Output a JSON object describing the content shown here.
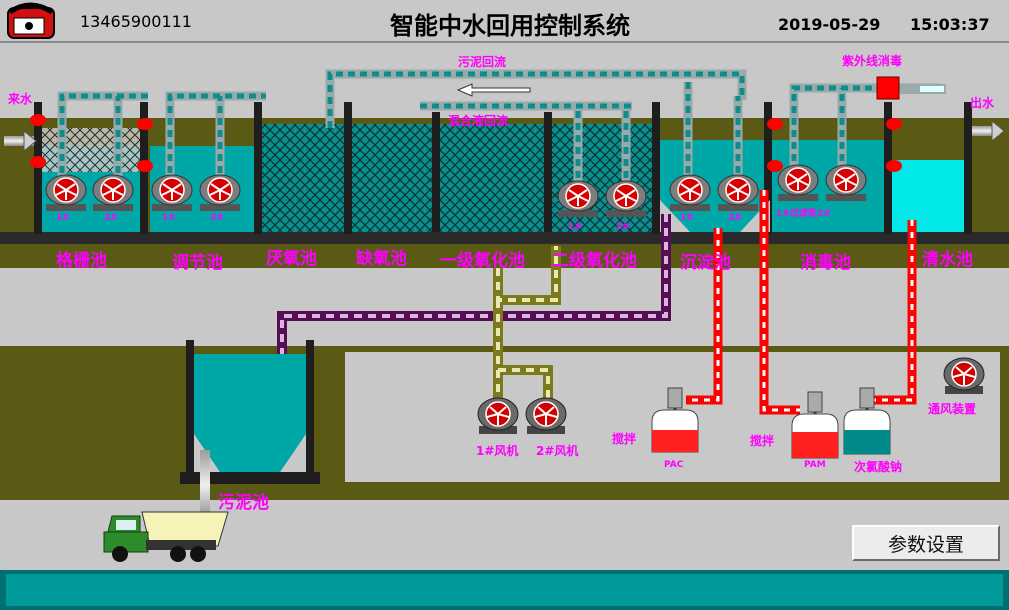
{
  "header": {
    "phone": "13465900111",
    "title": "智能中水回用控制系统",
    "date": "2019-05-29",
    "time": "15:03:37"
  },
  "flows": {
    "inlet": "来水",
    "outlet": "出水",
    "sludge_return": "污泥回流",
    "mixed_return": "混合液回流",
    "uv": "紫外线消毒"
  },
  "tanks": {
    "grille": "格栅池",
    "regulating": "调节池",
    "anaerobic": "厌氧池",
    "anoxic": "缺氧池",
    "oxidation1": "一级氧化池",
    "oxidation2": "二级氧化池",
    "sedimentation": "沉淀池",
    "disinfection": "消毒池",
    "clear": "清水池",
    "sludge": "污泥池"
  },
  "pumps": {
    "p1": "1#",
    "p2": "2#",
    "filter": "1#过滤泵2#"
  },
  "blowers": {
    "b1": "1#风机",
    "b2": "2#风机",
    "vent": "通风装置"
  },
  "dosing": {
    "stir": "搅拌",
    "pac": "PAC",
    "pam": "PAM",
    "hypo": "次氯酸钠"
  },
  "buttons": {
    "params": "参数设置"
  },
  "colors": {
    "water": "#00a7a7",
    "purple": "#550e55",
    "red": "#ff0000",
    "olive": "#7b7a1c",
    "label": "#ff00ff",
    "ground": "#5a5a14"
  }
}
